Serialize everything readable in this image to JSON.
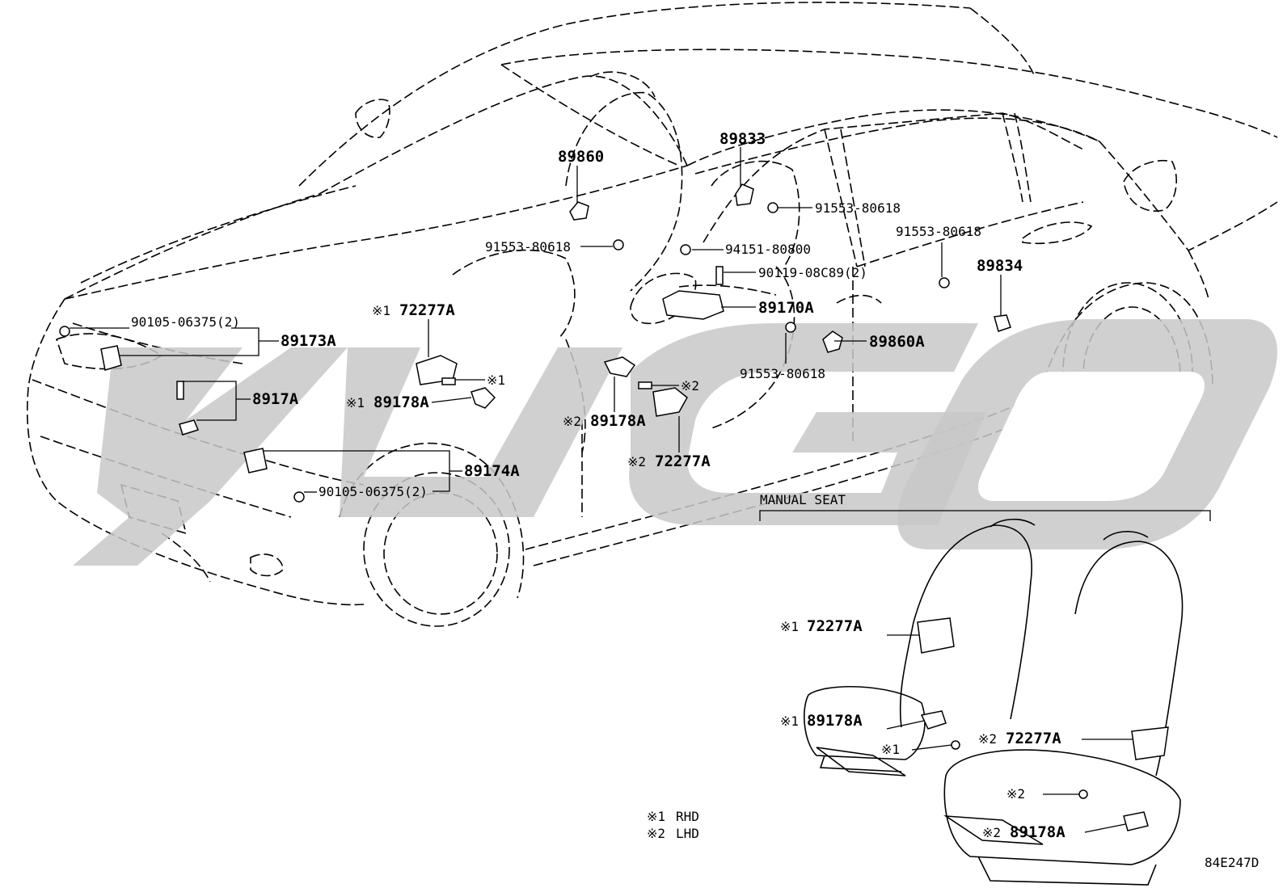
{
  "watermark": "YUGO",
  "diagram_code": "84E247D",
  "legend": [
    {
      "mark": "※1",
      "text": "RHD"
    },
    {
      "mark": "※2",
      "text": "LHD"
    }
  ],
  "section_title": "MANUAL SEAT",
  "callouts": {
    "p89860": "89860",
    "p89833": "89833",
    "b91553_a": "91553-80618",
    "b91553_b": "91553-80618",
    "b91553_c": "91553-80618",
    "b91553_d": "91553-80618",
    "n94151": "94151-80800",
    "b90119": "90119-08C89(2)",
    "p89170A": "89170A",
    "p89834": "89834",
    "p89860A": "89860A",
    "b90105_a": "90105-06375(2)",
    "b90105_b": "90105-06375(2)",
    "p89173A": "89173A",
    "p8917A": "8917A",
    "p89174A": "89174A",
    "m72277A_top": "※1",
    "p72277A_top": "72277A",
    "m89178A_1": "※1",
    "p89178A_1": "89178A",
    "m_bolt1": "※1",
    "m_bolt2": "※2",
    "m89178A_2": "※2",
    "p89178A_2": "89178A",
    "m72277A_2": "※2",
    "p72277A_2": "72277A",
    "s_m72277A_1": "※1",
    "s_p72277A_1": "72277A",
    "s_m89178A_1": "※1",
    "s_p89178A_1": "89178A",
    "s_m_bolt1": "※1",
    "s_m72277A_2": "※2",
    "s_p72277A_2": "72277A",
    "s_m_bolt2": "※2",
    "s_m89178A_2": "※2",
    "s_p89178A_2": "89178A"
  }
}
